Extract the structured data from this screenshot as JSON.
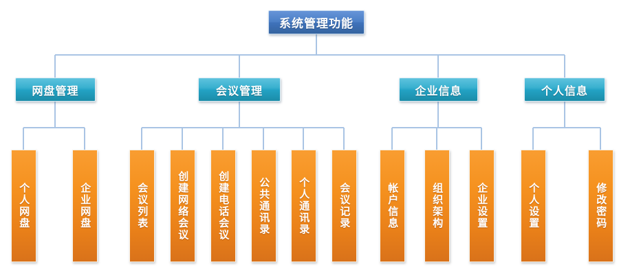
{
  "diagram": {
    "title": "系统管理功能",
    "type": "organization-tree",
    "colors": {
      "root": "#4b7fc6",
      "branch": "#23a2c4",
      "leaf": "#f5911e",
      "connector": "#a9c4e4",
      "background": "#ffffff"
    },
    "root": {
      "label": "系统管理功能"
    },
    "branches": [
      {
        "id": "disk-management",
        "label": "网盘管理",
        "leaves": [
          {
            "id": "personal-disk",
            "label": "个人网盘"
          },
          {
            "id": "enterprise-disk",
            "label": "企业网盘"
          }
        ]
      },
      {
        "id": "meeting-management",
        "label": "会议管理",
        "leaves": [
          {
            "id": "meeting-list",
            "label": "会议列表"
          },
          {
            "id": "create-online-meeting",
            "label": "创建网络会议"
          },
          {
            "id": "create-phone-meeting",
            "label": "创建电话会议"
          },
          {
            "id": "public-contacts",
            "label": "公共通讯录"
          },
          {
            "id": "personal-contacts",
            "label": "个人通讯录"
          },
          {
            "id": "meeting-records",
            "label": "会议记录"
          }
        ]
      },
      {
        "id": "enterprise-info",
        "label": "企业信息",
        "leaves": [
          {
            "id": "account-info",
            "label": "帐户信息"
          },
          {
            "id": "org-structure",
            "label": "组织架构"
          },
          {
            "id": "enterprise-settings",
            "label": "企业设置"
          }
        ]
      },
      {
        "id": "personal-info",
        "label": "个人信息",
        "leaves": [
          {
            "id": "personal-settings",
            "label": "个人设置"
          },
          {
            "id": "change-password",
            "label": "修改密码"
          }
        ]
      }
    ]
  }
}
